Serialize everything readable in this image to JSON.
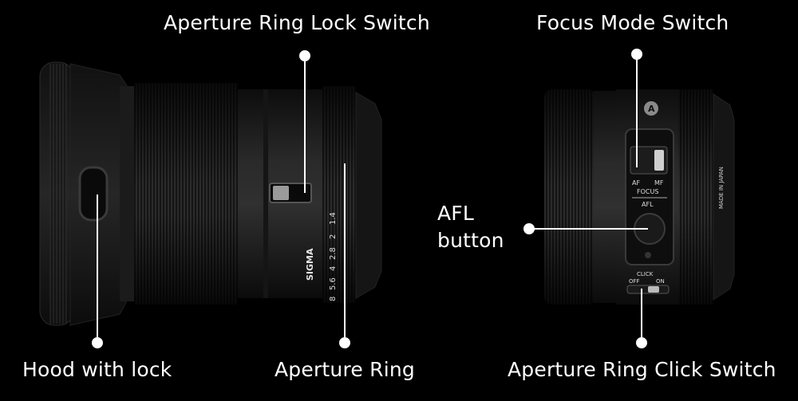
{
  "callouts": {
    "aperture_ring_lock_switch": "Aperture Ring Lock Switch",
    "focus_mode_switch": "Focus Mode Switch",
    "afl_button_line1": "AFL",
    "afl_button_line2": "button",
    "hood_with_lock": "Hood with lock",
    "aperture_ring": "Aperture Ring",
    "aperture_ring_click_switch": "Aperture Ring Click Switch"
  },
  "lens_markings": {
    "brand": "SIGMA",
    "af": "AF",
    "mf": "MF",
    "focus": "FOCUS",
    "afl": "AFL",
    "click": "CLICK",
    "off": "OFF",
    "on": "ON",
    "made_in": "MADE IN JAPAN",
    "f_numbers": [
      "1.4",
      "2",
      "2.8",
      "4",
      "5.6",
      "8"
    ]
  },
  "colors": {
    "background": "#000000",
    "text": "#ffffff",
    "lens_body": "#1a1a1a"
  }
}
